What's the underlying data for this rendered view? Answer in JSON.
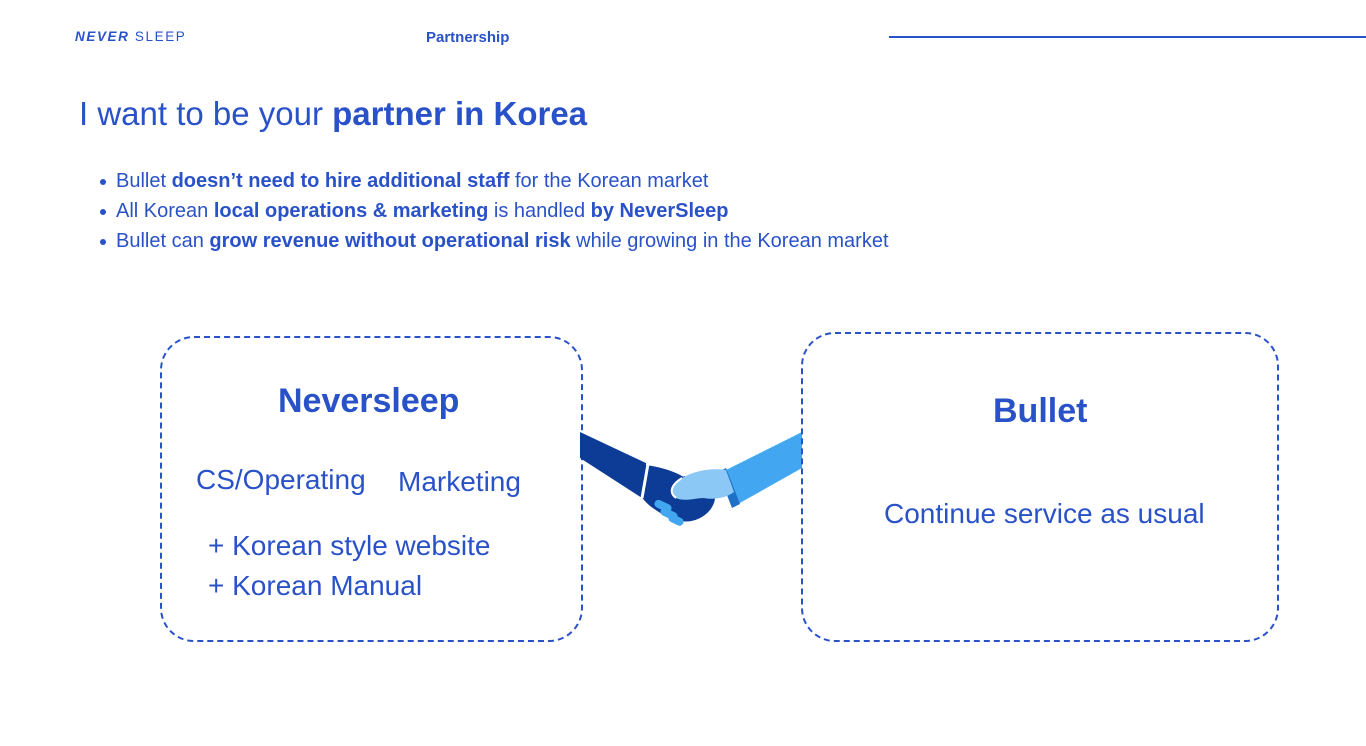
{
  "header": {
    "logo_part1": "NEVER",
    "logo_part2": "SLEEP",
    "section": "Partnership"
  },
  "headline": {
    "plain": "I want to be your ",
    "bold": "partner in Korea"
  },
  "bullets": [
    {
      "a": "Bullet ",
      "b": "doesn’t need to hire additional staff",
      "c": " for the Korean market"
    },
    {
      "a": "All Korean ",
      "b": "local operations & marketing",
      "c": " is handled ",
      "d": "by NeverSleep"
    },
    {
      "a": "Bullet can ",
      "b": "grow revenue without operational risk",
      "c": " while growing in the Korean market"
    }
  ],
  "left_box": {
    "title": "Neversleep",
    "service1": "CS/Operating",
    "service2": "Marketing",
    "extra1": "+ Korean style website",
    "extra2": "+ Korean Manual"
  },
  "right_box": {
    "title": "Bullet",
    "text": "Continue service as usual"
  },
  "icons": {
    "handshake": "handshake-icon"
  },
  "colors": {
    "primary": "#2a52c8",
    "dark_blue": "#0d3c96",
    "light_blue": "#42a7f0"
  }
}
